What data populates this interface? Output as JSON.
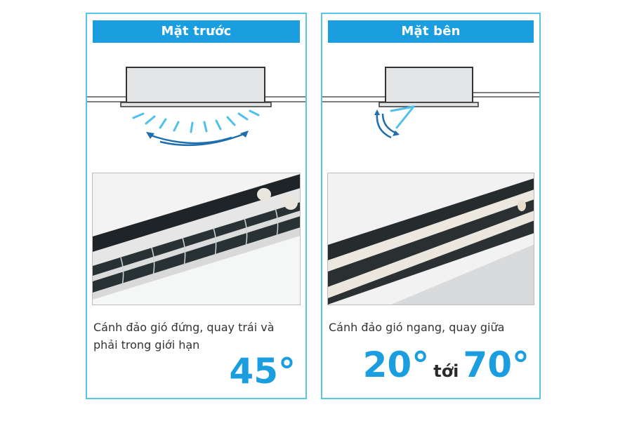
{
  "panels": [
    {
      "title": "Mặt trước",
      "diagram": "front-view-swing-diagram",
      "photo": "vertical-louver-photo",
      "description": "Cánh đảo gió đứng, quay trái và phải trong giới hạn",
      "angle": "45°"
    },
    {
      "title": "Mặt bên",
      "diagram": "side-view-swing-diagram",
      "photo": "horizontal-louver-photo",
      "description": "Cánh đảo gió ngang, quay giữa",
      "angle_from": "20°",
      "angle_connector": "tới",
      "angle_to": "70°"
    }
  ],
  "colors": {
    "accent": "#1a9ee0",
    "border": "#5bc3e8",
    "airflow": "#4fc0ea",
    "arrow": "#1f6fae"
  }
}
